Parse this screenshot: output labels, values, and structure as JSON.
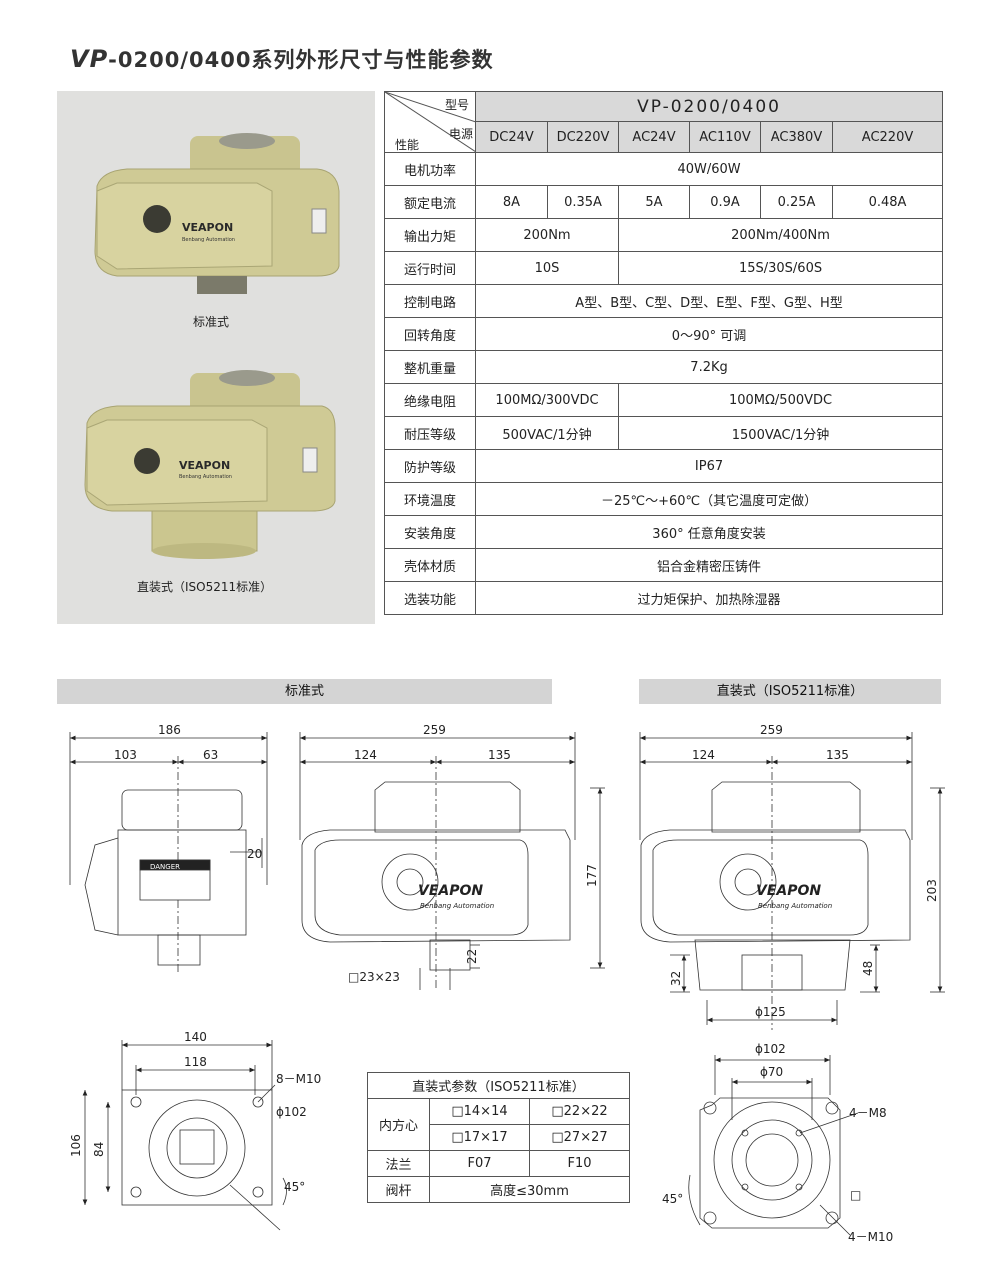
{
  "title": {
    "prefix": "VP",
    "rest": "-0200/0400系列外形尺寸与性能参数"
  },
  "photos": {
    "cap1": "标准式",
    "cap2": "直装式（ISO5211标准）",
    "brand": "VEAPON",
    "brand_sub": "Benbang Automation"
  },
  "spec": {
    "hdr_model": "型号",
    "hdr_power": "电源",
    "hdr_perf": "性能",
    "model": "VP-0200/0400",
    "power": [
      "DC24V",
      "DC220V",
      "AC24V",
      "AC110V",
      "AC380V",
      "AC220V"
    ],
    "rows": {
      "motor": [
        "电机功率",
        "40W/60W"
      ],
      "current": [
        "额定电流",
        "8A",
        "0.35A",
        "5A",
        "0.9A",
        "0.25A",
        "0.48A"
      ],
      "torque": [
        "输出力矩",
        "200Nm",
        "200Nm/400Nm"
      ],
      "time": [
        "运行时间",
        "10S",
        "15S/30S/60S"
      ],
      "control": [
        "控制电路",
        "A型、B型、C型、D型、E型、F型、G型、H型"
      ],
      "angle": [
        "回转角度",
        "0～90° 可调"
      ],
      "weight": [
        "整机重量",
        "7.2Kg"
      ],
      "insul": [
        "绝缘电阻",
        "100MΩ/300VDC",
        "100MΩ/500VDC"
      ],
      "volt": [
        "耐压等级",
        "500VAC/1分钟",
        "1500VAC/1分钟"
      ],
      "ip": [
        "防护等级",
        "IP67"
      ],
      "env": [
        "环境温度",
        "－25℃～+60℃（其它温度可定做）"
      ],
      "mount": [
        "安装角度",
        "360° 任意角度安装"
      ],
      "shell": [
        "壳体材质",
        "铝合金精密压铸件"
      ],
      "opt": [
        "选装功能",
        "过力矩保护、加热除湿器"
      ]
    }
  },
  "bars": {
    "left": "标准式",
    "right": "直装式（ISO5211标准）"
  },
  "dims": {
    "d186": "186",
    "d103": "103",
    "d63": "63",
    "d20": "20",
    "d259": "259",
    "d124": "124",
    "d135": "135",
    "d177": "177",
    "d22": "22",
    "sq23": "□23×23",
    "d203": "203",
    "d48": "48",
    "d32": "32",
    "phi125": "ϕ125",
    "d140": "140",
    "d118": "118",
    "m10": "8－M10",
    "phi102": "ϕ102",
    "d106": "106",
    "d84": "84",
    "a45": "45°",
    "phi102b": "ϕ102",
    "phi70": "ϕ70",
    "m8": "4－M8",
    "m10b": "4－M10",
    "a45b": "45°",
    "sq": "□",
    "danger": "DANGER"
  },
  "iso": {
    "title": "直装式参数（ISO5211标准）",
    "inner": "内方心",
    "i1": "□14×14",
    "i2": "□22×22",
    "i3": "□17×17",
    "i4": "□27×27",
    "flange": "法兰",
    "f1": "F07",
    "f2": "F10",
    "stem": "阀杆",
    "stemv": "高度≤30mm"
  }
}
